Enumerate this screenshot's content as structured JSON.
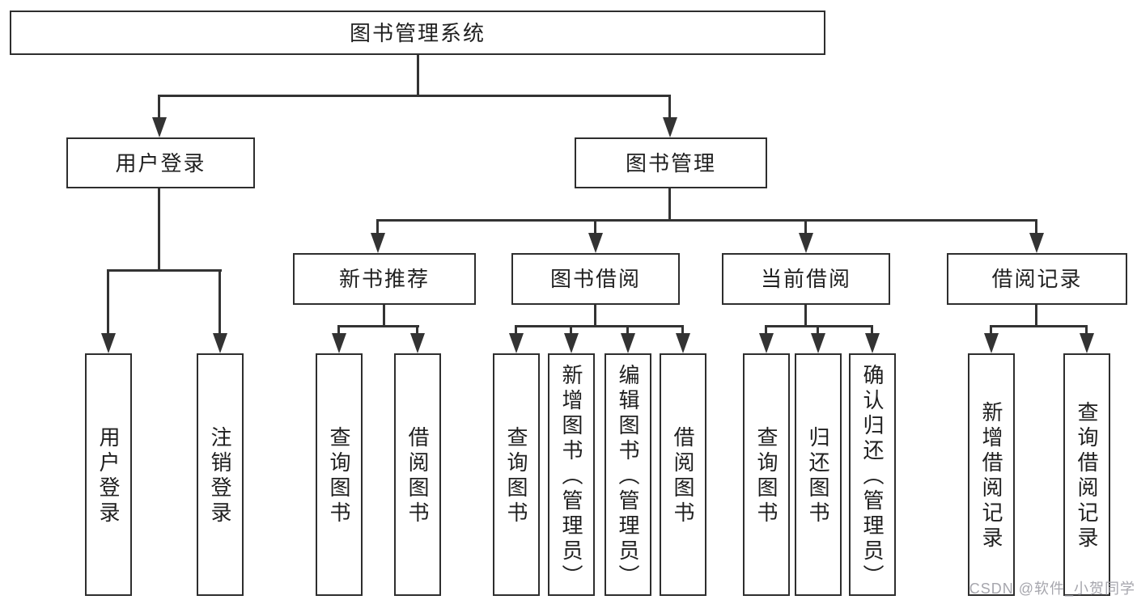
{
  "diagram_title": "图书管理系统",
  "colors": {
    "line": "#333333",
    "box_border": "#2e2e2e",
    "text": "#1f1f1f",
    "watermark": "#a6a6ad",
    "background": "#ffffff"
  },
  "nodes": {
    "root": {
      "label": "图书管理系统"
    },
    "user_login": {
      "label": "用户登录"
    },
    "book_mgmt": {
      "label": "图书管理"
    },
    "new_book_rec": {
      "label": "新书推荐"
    },
    "book_borrow": {
      "label": "图书借阅"
    },
    "current_borrow": {
      "label": "当前借阅"
    },
    "borrow_records": {
      "label": "借阅记录"
    },
    "leaf_user_login": {
      "label": "用户登录"
    },
    "leaf_logout": {
      "label": "注销登录"
    },
    "leaf_query_book_1": {
      "label": "查询图书"
    },
    "leaf_borrow_book_1": {
      "label": "借阅图书"
    },
    "leaf_query_book_2": {
      "label": "查询图书"
    },
    "leaf_add_book": {
      "label": "新增图书（管理员）"
    },
    "leaf_edit_book": {
      "label": "编辑图书（管理员）"
    },
    "leaf_borrow_book_2": {
      "label": "借阅图书"
    },
    "leaf_query_book_3": {
      "label": "查询图书"
    },
    "leaf_return_book": {
      "label": "归还图书"
    },
    "leaf_confirm_return": {
      "label": "确认归还（管理员）"
    },
    "leaf_add_record": {
      "label": "新增借阅记录"
    },
    "leaf_query_record": {
      "label": "查询借阅记录"
    }
  },
  "watermark": "CSDN @软件_小贺同学",
  "hierarchy": {
    "图书管理系统": {
      "用户登录": [
        "用户登录",
        "注销登录"
      ],
      "图书管理": {
        "新书推荐": [
          "查询图书",
          "借阅图书"
        ],
        "图书借阅": [
          "查询图书",
          "新增图书（管理员）",
          "编辑图书（管理员）",
          "借阅图书"
        ],
        "当前借阅": [
          "查询图书",
          "归还图书",
          "确认归还（管理员）"
        ],
        "借阅记录": [
          "新增借阅记录",
          "查询借阅记录"
        ]
      }
    }
  }
}
